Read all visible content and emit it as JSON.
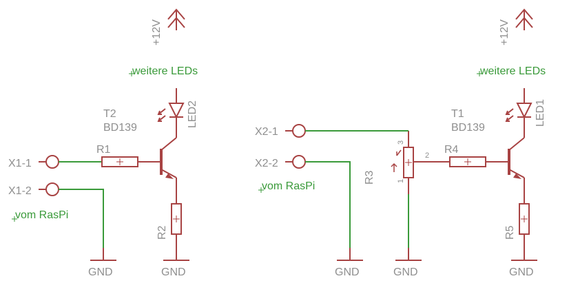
{
  "supply": {
    "left": "+12V",
    "right": "+12V"
  },
  "notes": {
    "more_leds_left": "weitere LEDs",
    "more_leds_right": "weitere LEDs",
    "from_pi_left": "vom RasPi",
    "from_pi_right": "vom RasPi"
  },
  "connectors": {
    "x1_1": "X1-1",
    "x1_2": "X1-2",
    "x2_1": "X2-1",
    "x2_2": "X2-2"
  },
  "transistors": {
    "t2_name": "T2",
    "t2_value": "BD139",
    "t1_name": "T1",
    "t1_value": "BD139"
  },
  "leds": {
    "led2": "LED2",
    "led1": "LED1"
  },
  "resistors": {
    "r1": "R1",
    "r2": "R2",
    "r3": "R3",
    "r4": "R4",
    "r5": "R5"
  },
  "pot_pins": {
    "pin1": "1",
    "pin2": "2",
    "pin3": "3"
  },
  "grounds": {
    "g1": "GND",
    "g2": "GND",
    "g3": "GND",
    "g4": "GND",
    "g5": "GND"
  }
}
